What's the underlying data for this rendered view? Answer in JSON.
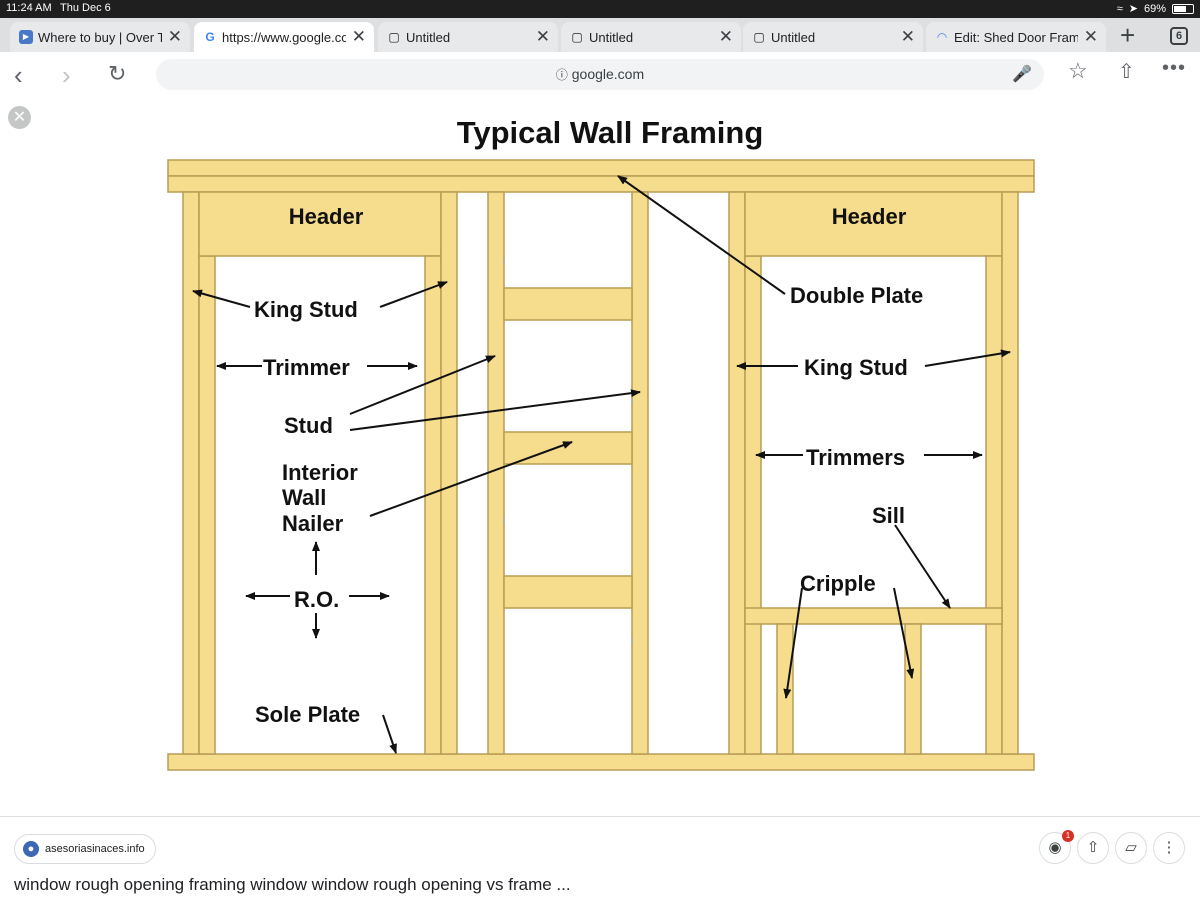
{
  "status_bar": {
    "time": "11:24 AM",
    "date": "Thu Dec 6",
    "battery": "69%",
    "battery_fraction": 0.69
  },
  "tabs": [
    {
      "title": "Where to buy | Over Th",
      "icon": "play-icon",
      "active": false
    },
    {
      "title": "https://www.google.co",
      "icon": "google-icon",
      "active": true
    },
    {
      "title": "Untitled",
      "icon": "page-icon",
      "active": false
    },
    {
      "title": "Untitled",
      "icon": "page-icon",
      "active": false
    },
    {
      "title": "Untitled",
      "icon": "page-icon",
      "active": false
    },
    {
      "title": "Edit: Shed Door Framin",
      "icon": "loading-icon",
      "active": false
    }
  ],
  "tab_count": "6",
  "omnibox": {
    "url": "google.com"
  },
  "diagram": {
    "title": "Typical Wall Framing",
    "labels": {
      "header_left": "Header",
      "header_right": "Header",
      "double_plate": "Double Plate",
      "king_stud_left": "King Stud",
      "king_stud_right": "King Stud",
      "trimmer": "Trimmer",
      "trimmers": "Trimmers",
      "stud": "Stud",
      "interior_1": "Interior",
      "interior_2": "Wall",
      "interior_3": "Nailer",
      "ro": "R.O.",
      "sill": "Sill",
      "cripple": "Cripple",
      "sole_plate": "Sole Plate"
    }
  },
  "result": {
    "source": "asesoriasinaces.info",
    "caption": "window rough opening framing window window rough opening vs frame ...",
    "lens_badge": "1"
  },
  "colors": {
    "wood": "#f6dd8d",
    "wood_outline": "#b89c55",
    "tab_strip": "#dedfe1",
    "omnibox": "#f1f3f4"
  }
}
